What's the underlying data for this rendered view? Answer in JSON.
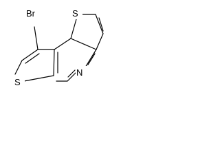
{
  "molecule": {
    "atoms": {
      "br": "Br",
      "s_top": "S",
      "s_left": "S",
      "n": "N"
    },
    "bond_color": "#000000",
    "background": "#ffffff"
  }
}
